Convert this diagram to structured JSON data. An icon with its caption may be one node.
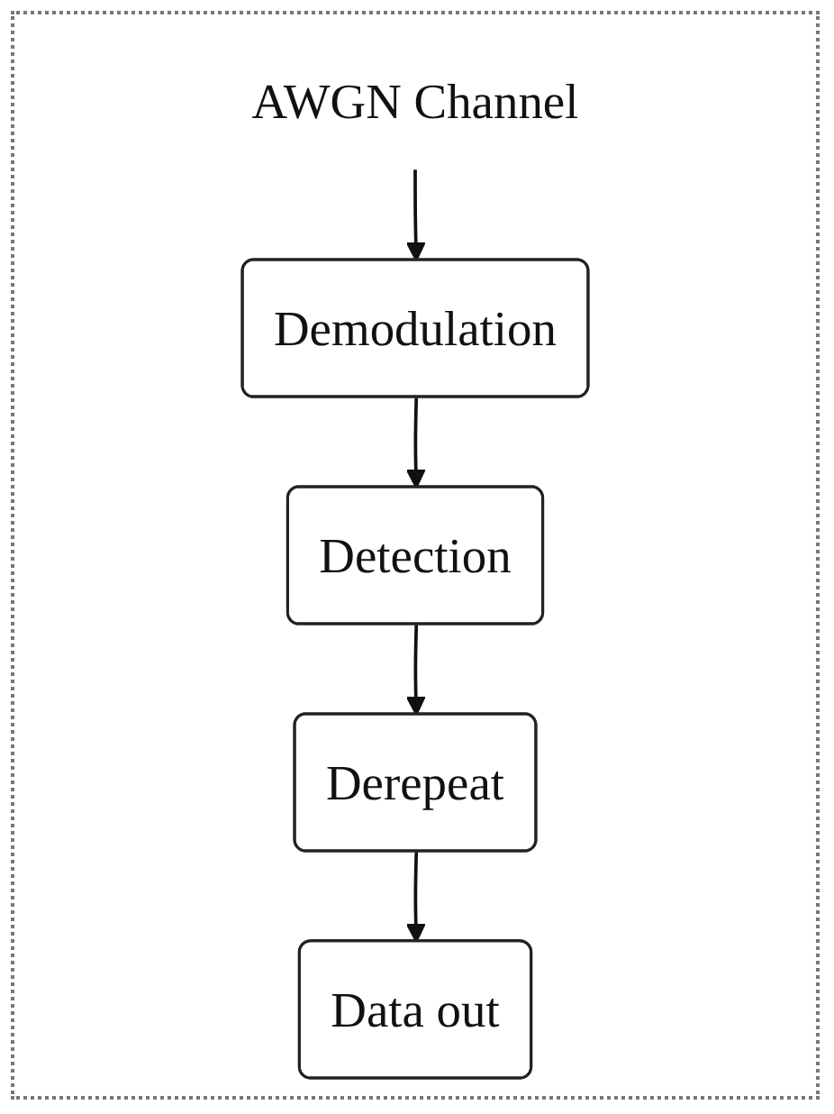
{
  "diagram": {
    "nodes": [
      {
        "text": [
          "AWGN Channel"
        ]
      },
      {
        "text": [
          "Demodulation"
        ]
      },
      {
        "text": [
          "Detection"
        ]
      },
      {
        "text": [
          "Derepeat"
        ]
      },
      {
        "text": [
          "Data out"
        ]
      }
    ],
    "edges": [
      {
        "from": 0,
        "to": 1,
        "arrow": "to"
      },
      {
        "from": 1,
        "to": 2,
        "arrow": "to"
      },
      {
        "from": 2,
        "to": 3,
        "arrow": "to"
      },
      {
        "from": 3,
        "to": 4,
        "arrow": "to"
      }
    ]
  }
}
